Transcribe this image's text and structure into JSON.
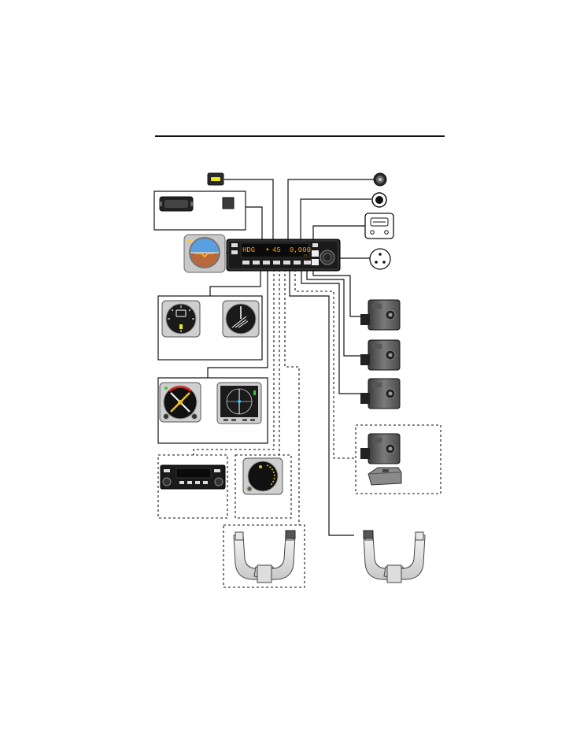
{
  "display": {
    "mode": "HDG",
    "left_value": "45",
    "right_value": "8,000",
    "unit": "FT"
  },
  "colors": {
    "display_text": "#ff9a1a",
    "panel": "#1a1a1a",
    "line": "#111111",
    "annunciator": "#e8e81a",
    "sky": "#5a9fe0",
    "ground": "#b8683a"
  },
  "icons": [
    "annunciator-light-icon",
    "remote-annunciator-panel-icon",
    "attitude-indicator-icon",
    "autopilot-computer-icon",
    "altitude-preselector-icon",
    "turn-coordinator-icon",
    "hsi-icon",
    "efis-display-icon",
    "nav-radio-icon",
    "rmi-gauge-icon",
    "control-wheel-icon",
    "servo-icon",
    "trim-servo-icon",
    "audio-alert-icon",
    "connector-icon",
    "static-port-icon"
  ]
}
